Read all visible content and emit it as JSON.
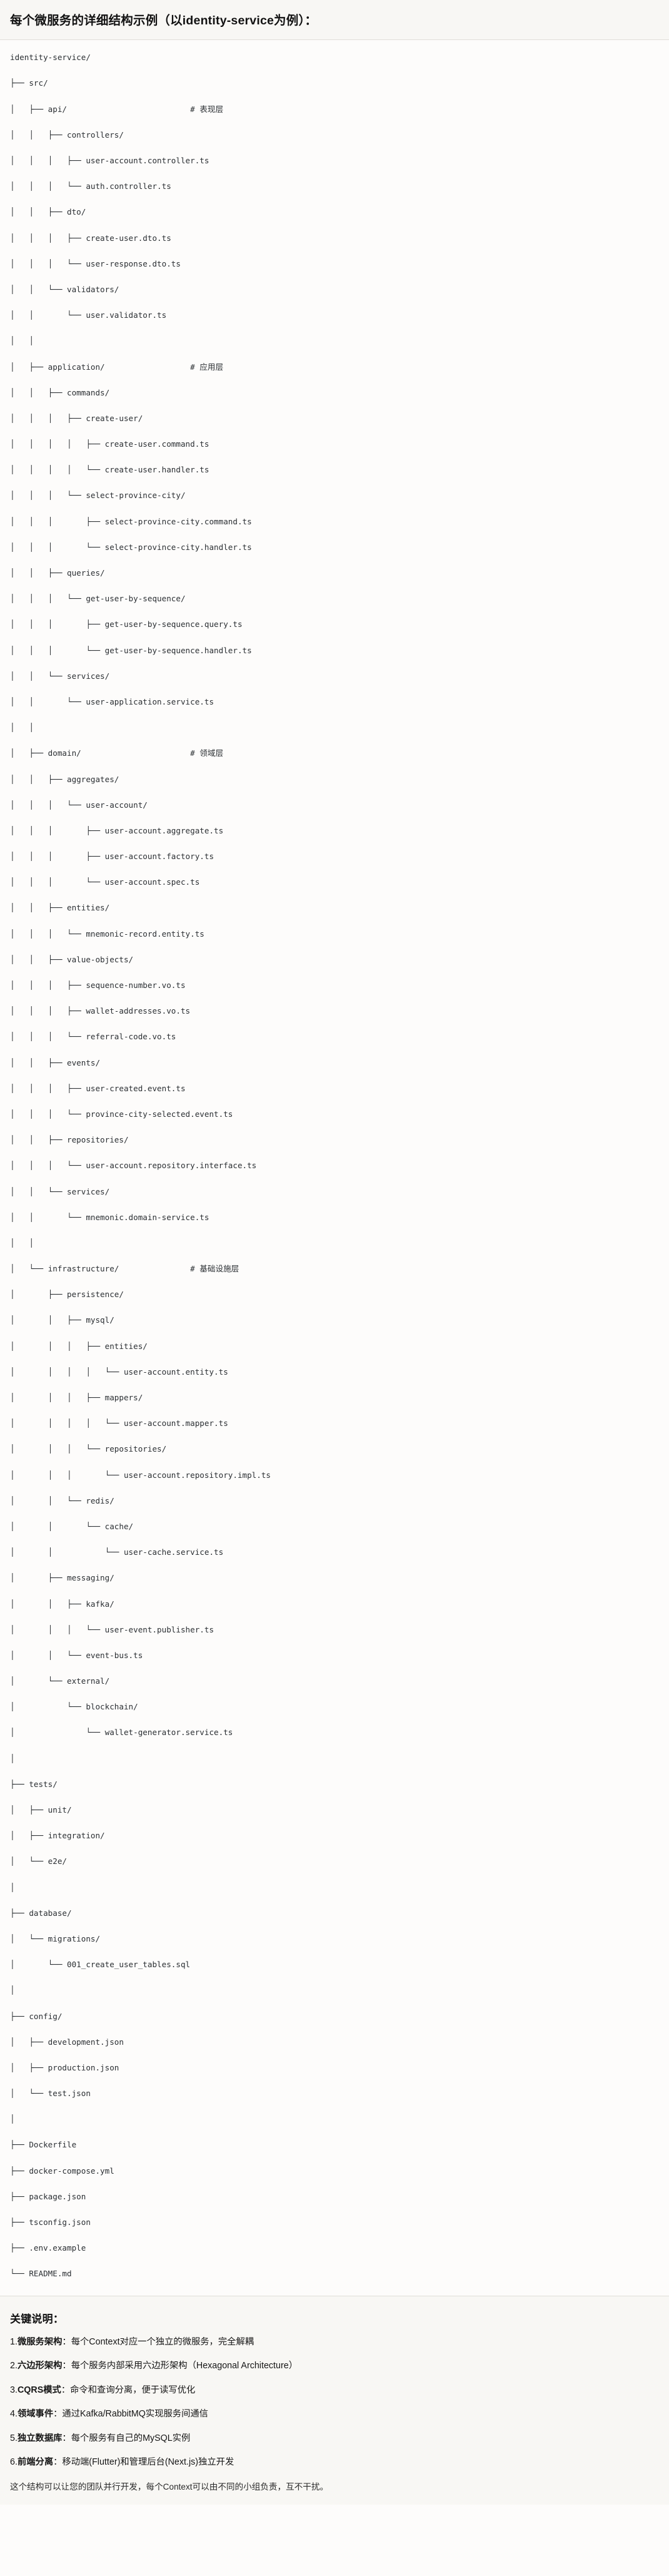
{
  "header": {
    "title": "每个微服务的详细结构示例（以identity-service为例）："
  },
  "tree": {
    "root_label": "identity-service/",
    "lines": [
      "identity-service/",
      "├── src/",
      "│   ├── api/                          # 表现层",
      "│   │   ├── controllers/",
      "│   │   │   ├── user-account.controller.ts",
      "│   │   │   └── auth.controller.ts",
      "│   │   ├── dto/",
      "│   │   │   ├── create-user.dto.ts",
      "│   │   │   └── user-response.dto.ts",
      "│   │   └── validators/",
      "│   │       └── user.validator.ts",
      "│   │",
      "│   ├── application/                  # 应用层",
      "│   │   ├── commands/",
      "│   │   │   ├── create-user/",
      "│   │   │   │   ├── create-user.command.ts",
      "│   │   │   │   └── create-user.handler.ts",
      "│   │   │   └── select-province-city/",
      "│   │   │       ├── select-province-city.command.ts",
      "│   │   │       └── select-province-city.handler.ts",
      "│   │   ├── queries/",
      "│   │   │   └── get-user-by-sequence/",
      "│   │   │       ├── get-user-by-sequence.query.ts",
      "│   │   │       └── get-user-by-sequence.handler.ts",
      "│   │   └── services/",
      "│   │       └── user-application.service.ts",
      "│   │",
      "│   ├── domain/                       # 领域层",
      "│   │   ├── aggregates/",
      "│   │   │   └── user-account/",
      "│   │   │       ├── user-account.aggregate.ts",
      "│   │   │       ├── user-account.factory.ts",
      "│   │   │       └── user-account.spec.ts",
      "│   │   ├── entities/",
      "│   │   │   └── mnemonic-record.entity.ts",
      "│   │   ├── value-objects/",
      "│   │   │   ├── sequence-number.vo.ts",
      "│   │   │   ├── wallet-addresses.vo.ts",
      "│   │   │   └── referral-code.vo.ts",
      "│   │   ├── events/",
      "│   │   │   ├── user-created.event.ts",
      "│   │   │   └── province-city-selected.event.ts",
      "│   │   ├── repositories/",
      "│   │   │   └── user-account.repository.interface.ts",
      "│   │   └── services/",
      "│   │       └── mnemonic.domain-service.ts",
      "│   │",
      "│   └── infrastructure/               # 基础设施层",
      "│       ├── persistence/",
      "│       │   ├── mysql/",
      "│       │   │   ├── entities/",
      "│       │   │   │   └── user-account.entity.ts",
      "│       │   │   ├── mappers/",
      "│       │   │   │   └── user-account.mapper.ts",
      "│       │   │   └── repositories/",
      "│       │   │       └── user-account.repository.impl.ts",
      "│       │   └── redis/",
      "│       │       └── cache/",
      "│       │           └── user-cache.service.ts",
      "│       ├── messaging/",
      "│       │   ├── kafka/",
      "│       │   │   └── user-event.publisher.ts",
      "│       │   └── event-bus.ts",
      "│       └── external/",
      "│           └── blockchain/",
      "│               └── wallet-generator.service.ts",
      "│",
      "├── tests/",
      "│   ├── unit/",
      "│   ├── integration/",
      "│   └── e2e/",
      "│",
      "├── database/",
      "│   └── migrations/",
      "│       └── 001_create_user_tables.sql",
      "│",
      "├── config/",
      "│   ├── development.json",
      "│   ├── production.json",
      "│   └── test.json",
      "│",
      "├── Dockerfile",
      "├── docker-compose.yml",
      "├── package.json",
      "├── tsconfig.json",
      "├── .env.example",
      "└── README.md"
    ],
    "layer_comments": [
      "# 表现层",
      "# 应用层",
      "# 领域层",
      "# 基础设施层"
    ]
  },
  "notes": {
    "title": "关键说明：",
    "items": [
      {
        "num": "1.",
        "term": "微服务架构",
        "desc": "：每个Context对应一个独立的微服务，完全解耦"
      },
      {
        "num": "2.",
        "term": "六边形架构",
        "desc": "：每个服务内部采用六边形架构（Hexagonal Architecture）"
      },
      {
        "num": "3.",
        "term": "CQRS模式",
        "desc": "：命令和查询分离，便于读写优化"
      },
      {
        "num": "4.",
        "term": "领域事件",
        "desc": "：通过Kafka/RabbitMQ实现服务间通信"
      },
      {
        "num": "5.",
        "term": "独立数据库",
        "desc": "：每个服务有自己的MySQL实例"
      },
      {
        "num": "6.",
        "term": "前端分离",
        "desc": "：移动端(Flutter)和管理后台(Next.js)独立开发"
      }
    ],
    "closing": "这个结构可以让您的团队并行开发，每个Context可以由不同的小组负责，互不干扰。"
  }
}
